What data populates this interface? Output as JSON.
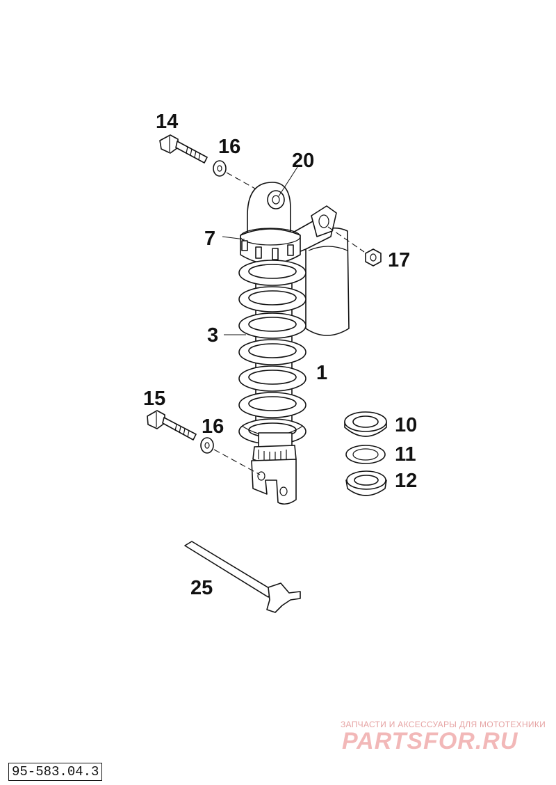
{
  "callouts": {
    "c14": "14",
    "c16a": "16",
    "c20": "20",
    "c7": "7",
    "c17": "17",
    "c3": "3",
    "c1": "1",
    "c15": "15",
    "c16b": "16",
    "c10": "10",
    "c11": "11",
    "c12": "12",
    "c25": "25"
  },
  "drawing_code": "95-583.04.3",
  "watermark": {
    "tagline": "ЗАПЧАСТИ И АКСЕССУАРЫ ДЛЯ МОТОТЕХНИКИ",
    "logo": "PARTSFOR.RU"
  }
}
